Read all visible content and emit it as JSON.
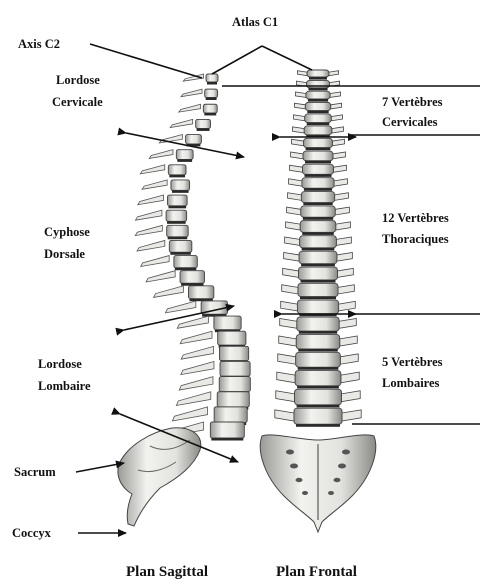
{
  "labels": {
    "atlas": "Atlas C1",
    "axis": "Axis C2",
    "lordose_cervicale": [
      "Lordose",
      "Cervicale"
    ],
    "cyphose_dorsale": [
      "Cyphose",
      "Dorsale"
    ],
    "lordose_lombaire": [
      "Lordose",
      "Lombaire"
    ],
    "sacrum": "Sacrum",
    "coccyx": "Coccyx",
    "vertebres_cervicales": [
      "7 Vertèbres",
      "Cervicales"
    ],
    "vertebres_thoraciques": [
      "12 Vertèbres",
      "Thoraciques"
    ],
    "vertebres_lombaires": [
      "5 Vertèbres",
      "Lombaires"
    ]
  },
  "captions": {
    "sagittal": "Plan Sagittal",
    "frontal": "Plan Frontal"
  },
  "colors": {
    "bone": "#e9e9e6",
    "bone_shadow": "#8c8c88",
    "disc": "#2a2a2a",
    "ink": "#111111"
  }
}
